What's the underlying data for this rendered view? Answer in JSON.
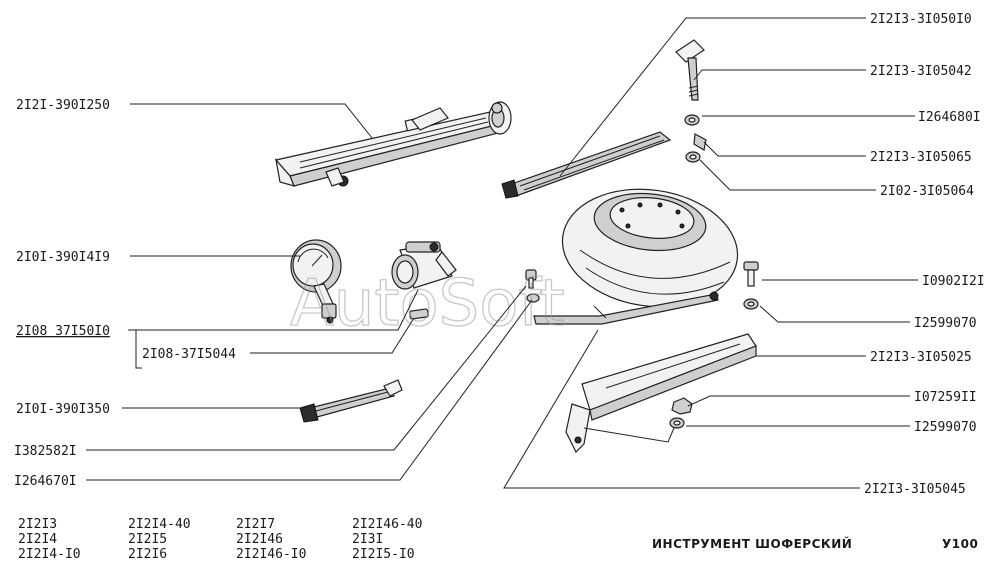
{
  "watermark": "AutoSoft",
  "callouts": {
    "c1": "2I2I-390I250",
    "c2": "2I0I-390I4I9",
    "c3": "2I08 37I50I0",
    "c4": "2I08-37I5044",
    "c5": "2I0I-390I350",
    "c6": "I382582I",
    "c7": "I264670I",
    "c8": "2I2I3-3I050I0",
    "c9": "2I2I3-3I05042",
    "c10": "I264680I",
    "c11": "2I2I3-3I05065",
    "c12": "2I02-3I05064",
    "c13": "I0902I2I",
    "c14": "I2599070",
    "c15": "2I2I3-3I05025",
    "c16": "I07259II",
    "c17": "I2599070",
    "c18": "2I2I3-3I05045"
  },
  "models": [
    [
      "2I2I3",
      "2I2I4",
      "2I2I4-I0"
    ],
    [
      "2I2I4-40",
      "2I2I5",
      "2I2I6"
    ],
    [
      "2I2I7",
      "2I2I46",
      "2I2I46-I0"
    ],
    [
      "2I2I46-40",
      "2I3I",
      "2I2I5-I0"
    ]
  ],
  "footer": {
    "title": "ИНСТРУМЕНТ ШОФЕРСКИЙ",
    "code": "У100"
  }
}
